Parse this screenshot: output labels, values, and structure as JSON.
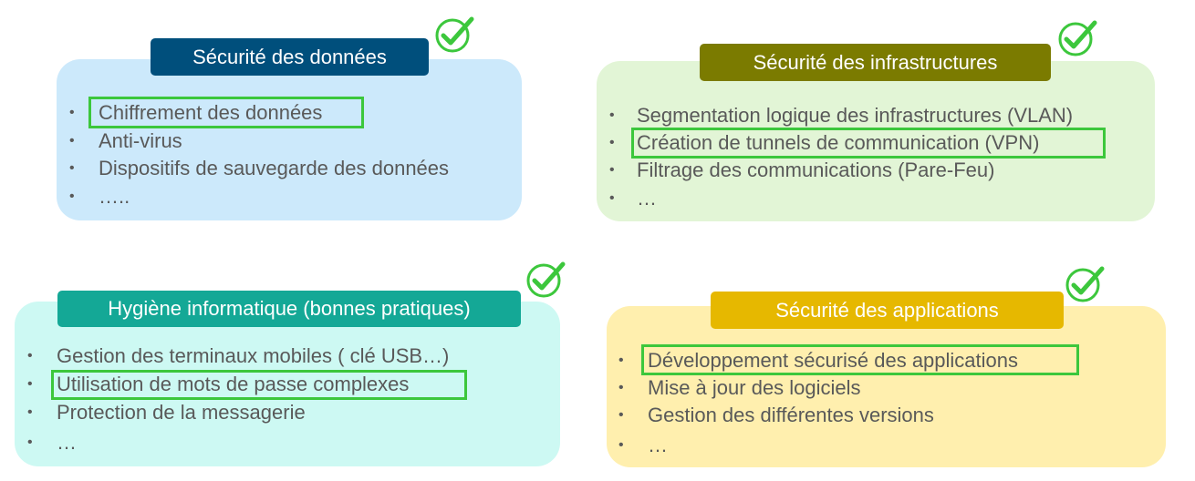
{
  "colors": {
    "highlight": "#3cc73c",
    "text": "#595959"
  },
  "panels": [
    {
      "title": "Sécurité des données",
      "items": [
        "Chiffrement des données",
        "Anti-virus",
        "Dispositifs de sauvegarde des données",
        "….."
      ],
      "bullet": "•",
      "checked": true
    },
    {
      "title": "Sécurité des infrastructures",
      "items": [
        "Segmentation logique des infrastructures (VLAN)",
        "Création de tunnels de communication (VPN)",
        "Filtrage des communications (Pare-Feu)",
        "…"
      ],
      "bullet": "•",
      "checked": true
    },
    {
      "title": "Hygiène informatique (bonnes pratiques)",
      "items": [
        "Gestion des terminaux mobiles ( clé USB…)",
        "Utilisation de mots de passe complexes",
        "Protection de la messagerie",
        "…"
      ],
      "bullet": "•",
      "checked": true
    },
    {
      "title": "Sécurité des applications",
      "items": [
        "Développement sécurisé des applications",
        "Mise à jour des logiciels",
        "Gestion des différentes versions",
        "…"
      ],
      "bullet": "•",
      "checked": true
    }
  ]
}
